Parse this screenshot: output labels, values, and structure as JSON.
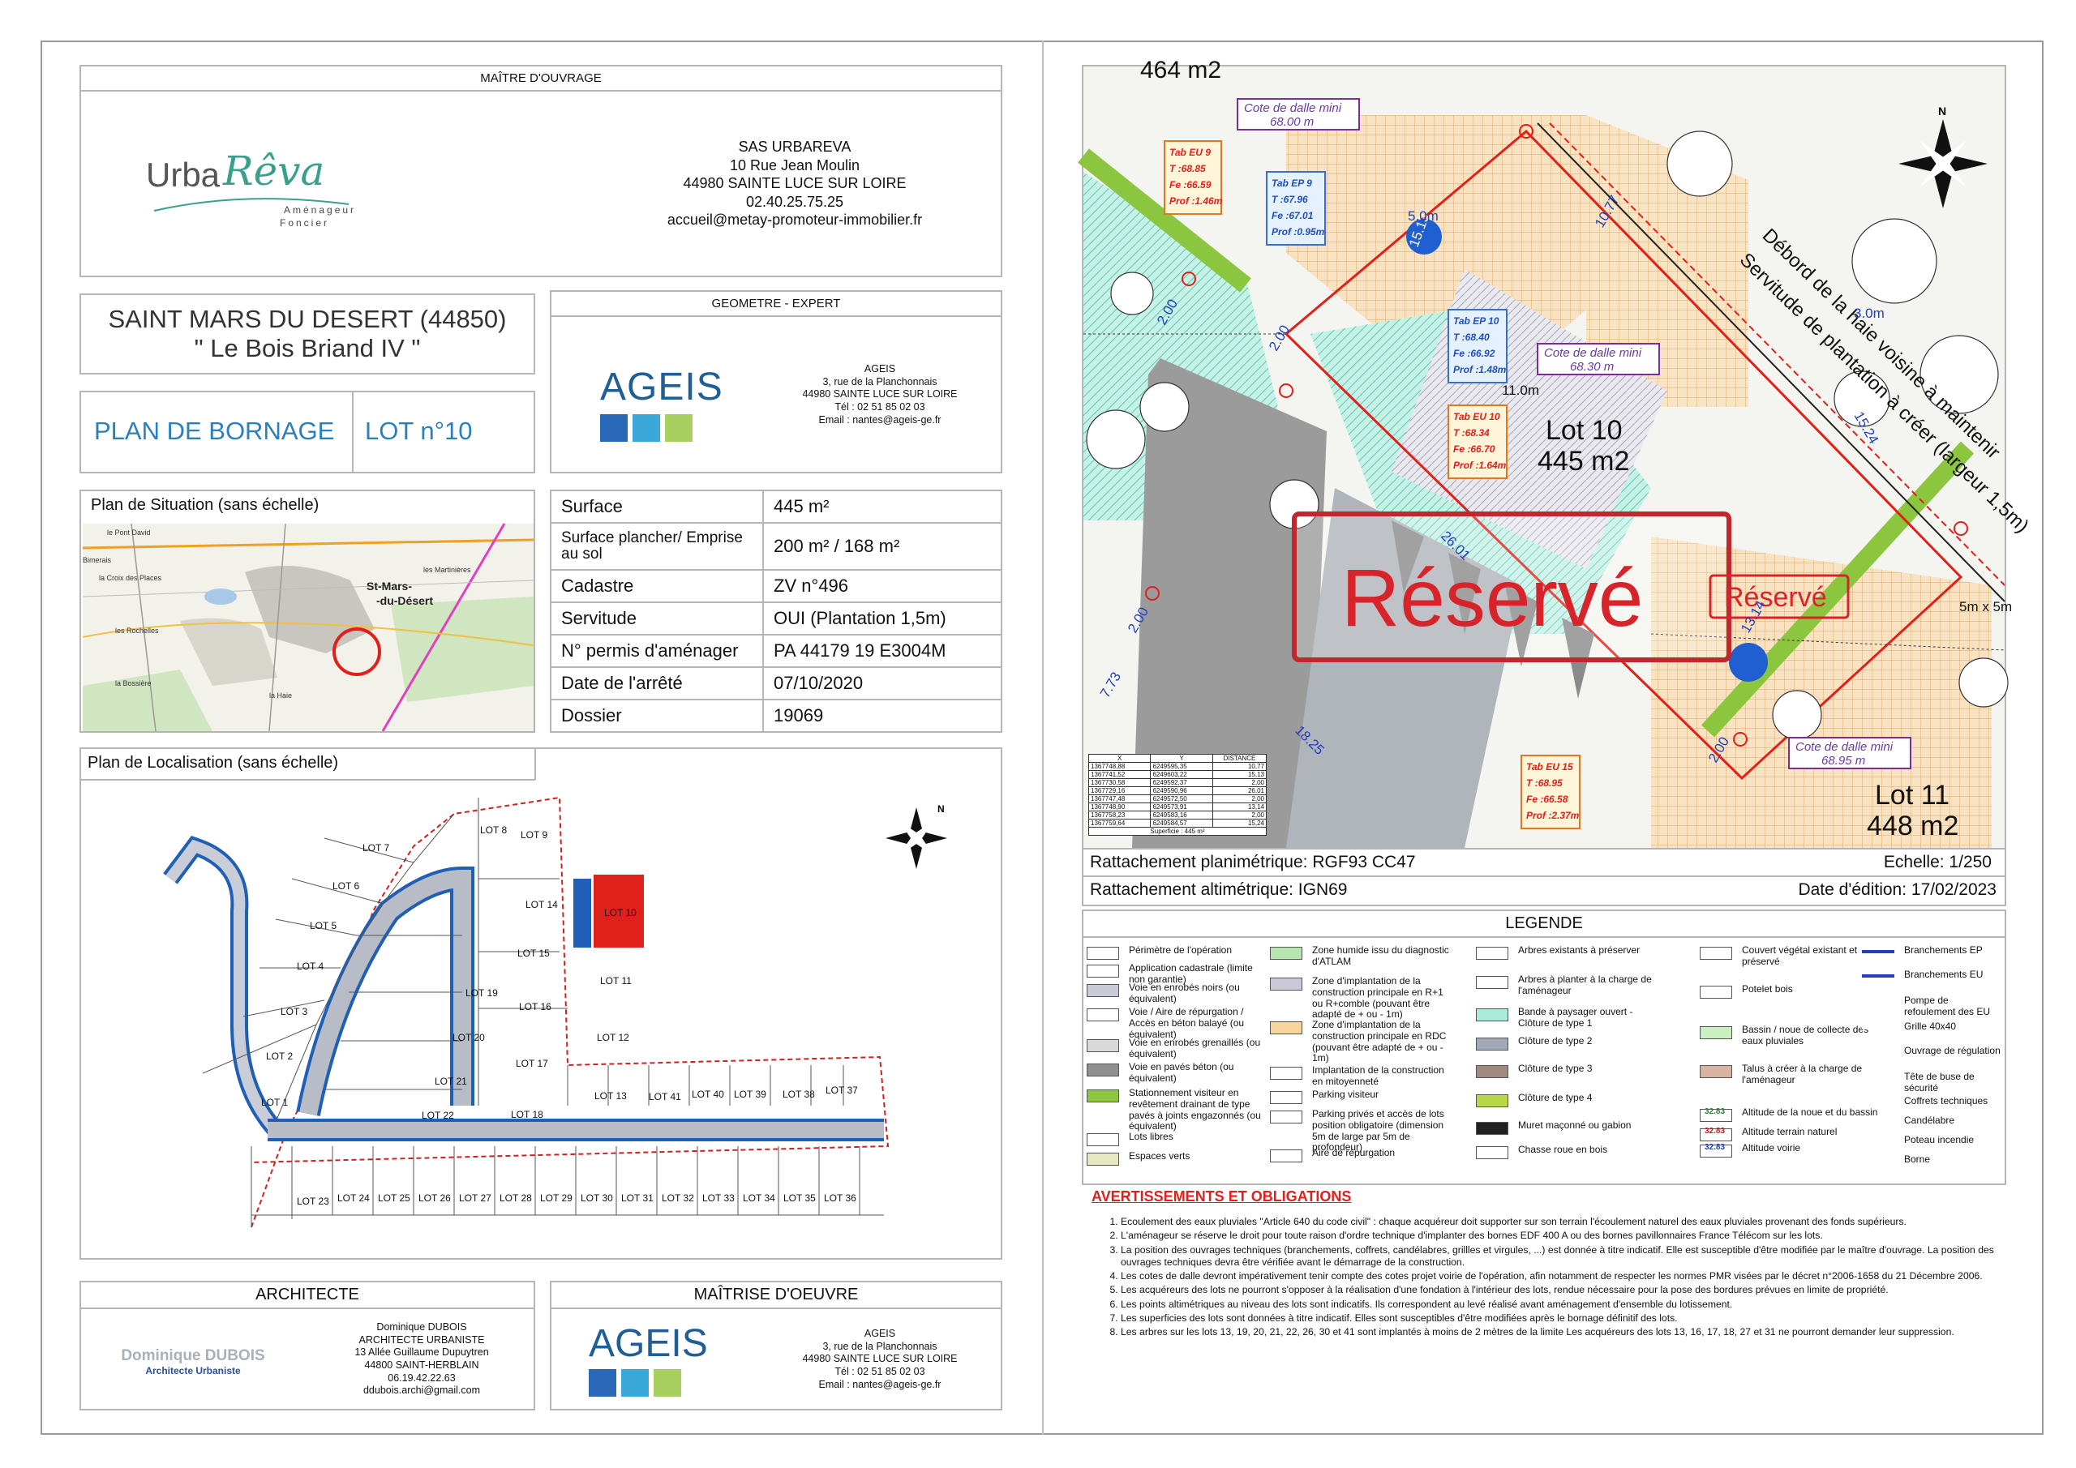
{
  "maitre_ouvrage": {
    "header": "MAÎTRE D'OUVRAGE",
    "logo_main": "Urba",
    "logo_script": "Rêva",
    "logo_sub1": "Aménageur",
    "logo_sub2": "Foncier",
    "lines": [
      "SAS URBAREVA",
      "10 Rue Jean Moulin",
      "44980 SAINTE LUCE SUR LOIRE",
      "02.40.25.75.25",
      "accueil@metay-promoteur-immobilier.fr"
    ]
  },
  "project": {
    "commune": "SAINT MARS DU DESERT (44850)",
    "name": "\" Le Bois Briand IV \"",
    "plan_title": "PLAN DE BORNAGE",
    "lot": "LOT n°10"
  },
  "geometre": {
    "header": "GEOMETRE - EXPERT",
    "logo": "AGEIS",
    "lines": [
      "AGEIS",
      "3, rue de la Planchonnais",
      "44980 SAINTE LUCE SUR LOIRE",
      "Tél : 02 51 85 02 03",
      "Email : nantes@ageis-ge.fr"
    ]
  },
  "situation": {
    "title": "Plan de Situation (sans échelle)",
    "places": [
      "le Pont David",
      "la Croix des Places",
      "Saint-Mars-du-Désert",
      "les Rochelles",
      "la Bossière",
      "la Haie",
      "les Martinières",
      "Bimerais"
    ],
    "town": "St-Mars-\n-du-Désert"
  },
  "info": [
    {
      "label": "Surface",
      "value": "445 m²"
    },
    {
      "label": "Surface plancher/ Emprise au sol",
      "value": "200 m² / 168 m²"
    },
    {
      "label": "Cadastre",
      "value": "ZV n°496"
    },
    {
      "label": "Servitude",
      "value": "OUI (Plantation 1,5m)"
    },
    {
      "label": "N° permis d'aménager",
      "value": "PA 44179 19 E3004M"
    },
    {
      "label": "Date de l'arrêté",
      "value": "07/10/2020"
    },
    {
      "label": "Dossier",
      "value": "19069"
    }
  ],
  "localisation": {
    "title": "Plan de Localisation (sans échelle)",
    "lots": [
      "LOT 1",
      "LOT 2",
      "LOT 3",
      "LOT 4",
      "LOT 5",
      "LOT 6",
      "LOT 7",
      "LOT 8",
      "LOT 9",
      "LOT 10",
      "LOT 11",
      "LOT 12",
      "LOT 13",
      "LOT 14",
      "LOT 15",
      "LOT 16",
      "LOT 17",
      "LOT 18",
      "LOT 19",
      "LOT 20",
      "LOT 21",
      "LOT 22",
      "LOT 23",
      "LOT 24",
      "LOT 25",
      "LOT 26",
      "LOT 27",
      "LOT 28",
      "LOT 29",
      "LOT 30",
      "LOT 31",
      "LOT 32",
      "LOT 33",
      "LOT 34",
      "LOT 35",
      "LOT 36",
      "LOT 37",
      "LOT 38",
      "LOT 39",
      "LOT 40",
      "LOT 41"
    ]
  },
  "architecte": {
    "header": "ARCHITECTE",
    "logo": "Dominique DUBOIS",
    "logo_sub": "Architecte Urbaniste",
    "lines": [
      "Dominique DUBOIS",
      "ARCHITECTE URBANISTE",
      "13 Allée Guillaume Dupuytren",
      "44800 SAINT-HERBLAIN",
      "06.19.42.22.63",
      "ddubois.archi@gmail.com"
    ]
  },
  "maitrise": {
    "header": "MAÎTRISE D'OEUVRE",
    "logo": "AGEIS",
    "lines": [
      "AGEIS",
      "3, rue de la Planchonnais",
      "44980 SAINTE LUCE SUR LOIRE",
      "Tél : 02 51 85 02 03",
      "Email : nantes@ageis-ge.fr"
    ]
  },
  "plan": {
    "area_top": "464 m2",
    "cote_dalle_1": {
      "title": "Cote de dalle mini",
      "value": "68.00 m"
    },
    "cote_dalle_2": {
      "title": "Cote de dalle mini",
      "value": "68.30 m"
    },
    "cote_dalle_3": {
      "title": "Cote de dalle mini",
      "value": "68.95 m"
    },
    "tab_eu9": [
      "Tab EU 9",
      "T :68.85",
      "Fe :66.59",
      "Prof :1.46m"
    ],
    "tab_ep9": [
      "Tab EP 9",
      "T :67.96",
      "Fe :67.01",
      "Prof :0.95m"
    ],
    "tab_ep10": [
      "Tab EP 10",
      "T :68.40",
      "Fe :66.92",
      "Prof :1.48m"
    ],
    "tab_eu10": [
      "Tab EU 10",
      "T :68.34",
      "Fe :66.70",
      "Prof :1.64m"
    ],
    "tab_eu15": [
      "Tab EU 15",
      "T :68.95",
      "Fe :66.58",
      "Prof :2.37m"
    ],
    "lot10": "Lot 10",
    "lot10_area": "445 m2",
    "lot11": "Lot 11",
    "lot11_area": "448 m2",
    "reserve_big": "Réservé",
    "reserve_small": "Réservé",
    "hedge_note_1": "Débord de la haie voisine à maintenir",
    "hedge_note_2": "Servitude de plantation à créer (largeur 1,5m)",
    "dims": [
      "10.77",
      "15.24",
      "26.01",
      "13.14",
      "18.25",
      "7.73",
      "15.13",
      "2.00",
      "2.00",
      "2.00",
      "2.00",
      "5.0m",
      "3.0m",
      "11.0m",
      "5m x 5m"
    ],
    "coords_header": [
      "X",
      "Y",
      "DISTANCE"
    ],
    "coords": [
      [
        "1367748,88",
        "6249595,35",
        "10,77"
      ],
      [
        "1367741,52",
        "6249603,22",
        "15,13"
      ],
      [
        "1367730,58",
        "6249592,37",
        "2,00"
      ],
      [
        "1367729,16",
        "6249590,96",
        "26,01"
      ],
      [
        "1367747,48",
        "6249572,50",
        "2,00"
      ],
      [
        "1367748,90",
        "6249573,91",
        "13,14"
      ],
      [
        "1367758,23",
        "6249583,16",
        "2,00"
      ],
      [
        "1367759,64",
        "6249584,57",
        "15,24"
      ]
    ],
    "coords_footer": "Superficie : 445 m²"
  },
  "ratt": {
    "plani": "Rattachement planimétrique: RGF93 CC47",
    "alti": "Rattachement altimétrique: IGN69",
    "echelle": "Echelle: 1/250",
    "date": "Date d'édition: 17/02/2023"
  },
  "legende": {
    "title": "LEGENDE",
    "col1": [
      "Périmètre de l'opération",
      "Application cadastrale (limite non garantie)",
      "Voie en enrobés noirs (ou équivalent)",
      "Voie / Aire de répurgation / Accès en béton balayé (ou équivalent)",
      "Voie en enrobés grenaillés (ou équivalent)",
      "Voie en pavés béton (ou équivalent)",
      "Stationnement visiteur en revêtement drainant de type pavés à joints engazonnés (ou équivalent)",
      "Lots libres",
      "Espaces verts"
    ],
    "col2": [
      "Zone humide issu du diagnostic d'ATLAM",
      "Zone d'implantation de la construction principale en R+1 ou R+comble (pouvant être adapté de + ou - 1m)",
      "Zone d'implantation de la construction principale en RDC (pouvant être adapté de + ou - 1m)",
      "Implantation de la construction en mitoyenneté",
      "Parking visiteur",
      "Parking privés et accès de lots position obligatoire (dimension 5m de large par 5m de profondeur)",
      "Aire de répurgation"
    ],
    "col3": [
      "Arbres existants à préserver",
      "Arbres à planter à la charge de l'aménageur",
      "Bande à paysager ouvert - Clôture de type 1",
      "Clôture de type 2",
      "Clôture de type 3",
      "Clôture de type 4",
      "Muret maçonné ou gabion",
      "Chasse roue en bois"
    ],
    "col4": [
      "Couvert végétal existant et préservé",
      "Potelet bois",
      "Bassin / noue de collecte des eaux pluviales",
      "Talus à créer à la charge de l'aménageur",
      "Altitude de la noue et du bassin",
      "Altitude terrain naturel",
      "Altitude voirie"
    ],
    "col4_values": [
      "32.83",
      "32.83",
      "32.83"
    ],
    "col5": [
      "Branchements EP",
      "Branchements EU",
      "Pompe de refoulement des EU",
      "Grille 40x40",
      "Ouvrage de régulation",
      "Tête de buse de sécurité",
      "Coffrets techniques",
      "Candélabre",
      "Poteau incendie",
      "Borne"
    ]
  },
  "avertissements": {
    "title": "AVERTISSEMENTS ET OBLIGATIONS",
    "items": [
      "Ecoulement des eaux pluviales \"Article 640 du code civil\" : chaque acquéreur doit supporter sur son terrain l'écoulement naturel des eaux pluviales provenant des fonds supérieurs.",
      "L'aménageur se réserve le droit pour toute raison d'ordre technique d'implanter des bornes EDF 400 A ou des bornes pavillonnaires France Télécom sur les lots.",
      "La position des ouvrages techniques (branchements, coffrets, candélabres, grillles et virgules, ...) est donnée à titre indicatif. Elle est susceptible d'être modifiée par le maître d'ouvrage. La position des ouvrages techniques devra être vérifiée avant le démarrage de la construction.",
      "Les cotes de dalle devront impérativement tenir compte des cotes projet voirie de l'opération, afin notamment de respecter les normes PMR visées par le décret n°2006-1658 du 21 Décembre 2006.",
      "Les acquéreurs des lots ne pourront s'opposer à la réalisation d'une fondation à l'intérieur des lots, rendue nécessaire pour la pose des bordures prévues en limite de propriété.",
      "Les points altimétriques au niveau des lots sont indicatifs. Ils correspondent au levé réalisé avant aménagement d'ensemble du lotissement.",
      "Les superficies des lots sont données à titre indicatif. Elles sont susceptibles d'être modifiées après le bornage définitif des lots.",
      "Les arbres sur les lots 13, 19, 20, 21, 22, 26, 30 et 41 sont implantés à moins de 2 mètres de la limite Les acquéreurs des lots 13, 16, 17, 18, 27 et 31 ne pourront demander leur suppression."
    ]
  },
  "colors": {
    "accent_blue": "#2a7fbf",
    "lot_red": "#e0201a",
    "urba_green": "#3aa08c",
    "grass": "#8cc63f"
  }
}
